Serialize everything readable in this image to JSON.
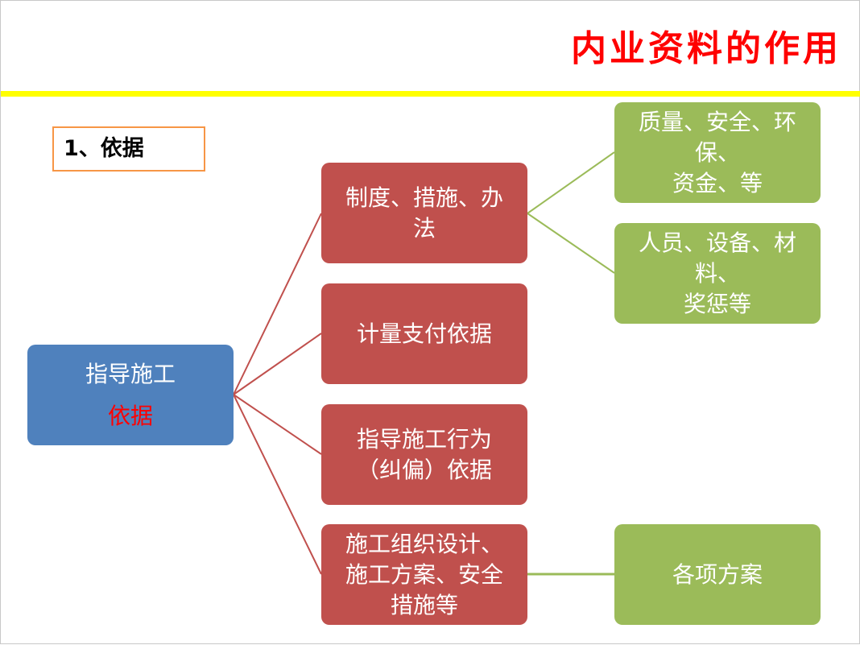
{
  "slide": {
    "title": "内业资料的作用",
    "section_label": "1、依据"
  },
  "colors": {
    "title": "#ff0000",
    "title_bar": "#ffff00",
    "label_border": "#f79646",
    "root_fill": "#4f81bd",
    "branch_fill": "#c0504d",
    "leaf_fill": "#9bbb59",
    "branch_line": "#c0504d",
    "leaf_line": "#9bbb59",
    "emphasis_text": "#ff0000"
  },
  "diagram": {
    "root": {
      "line1": "指导施工",
      "line2": "依据"
    },
    "branches": [
      {
        "lines": [
          "制度、措施、办",
          "法"
        ]
      },
      {
        "lines": [
          "计量支付依据"
        ]
      },
      {
        "lines": [
          "指导施工行为",
          "（纠偏）依据"
        ]
      },
      {
        "lines": [
          "施工组织设计、",
          "施工方案、安全",
          "措施等"
        ]
      }
    ],
    "leaves": [
      {
        "lines": [
          "质量、安全、环保、",
          "资金、等"
        ]
      },
      {
        "lines": [
          "人员、设备、材料、",
          "奖惩等"
        ]
      },
      {
        "lines": [
          "各项方案"
        ]
      }
    ]
  }
}
